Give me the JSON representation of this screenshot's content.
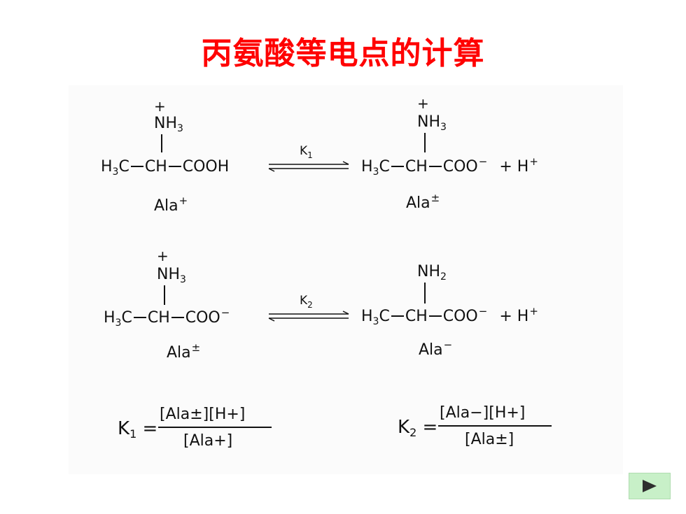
{
  "title": "丙氨酸等电点的计算",
  "reaction1": {
    "left_top_plus": "+",
    "left_nh": "NH",
    "left_nh_sub": "3",
    "left_h3c": "H",
    "left_h3c_sub": "3",
    "left_h3c_c": "C",
    "left_ch": "CH",
    "left_group": "COOH",
    "left_name": "Ala",
    "left_name_sup": "+",
    "k_label": "K",
    "k_sub": "1",
    "right_top_plus": "+",
    "right_nh": "NH",
    "right_nh_sub": "3",
    "right_h3c": "H",
    "right_h3c_sub": "3",
    "right_h3c_c": "C",
    "right_ch": "CH",
    "right_group": "COO",
    "right_group_sup": "−",
    "right_plus_h": "+ H",
    "right_plus_h_sup": "+",
    "right_name": "Ala",
    "right_name_sup": "±"
  },
  "reaction2": {
    "left_top_plus": "+",
    "left_nh": "NH",
    "left_nh_sub": "3",
    "left_h3c": "H",
    "left_h3c_sub": "3",
    "left_h3c_c": "C",
    "left_ch": "CH",
    "left_group": "COO",
    "left_group_sup": "−",
    "left_name": "Ala",
    "left_name_sup": "±",
    "k_label": "K",
    "k_sub": "2",
    "right_nh": "NH",
    "right_nh_sub": "2",
    "right_h3c": "H",
    "right_h3c_sub": "3",
    "right_h3c_c": "C",
    "right_ch": "CH",
    "right_group": "COO",
    "right_group_sup": "−",
    "right_plus_h": "+ H",
    "right_plus_h_sup": "+",
    "right_name": "Ala",
    "right_name_sup": "−"
  },
  "equations": {
    "k1_label": "K",
    "k1_sub": "1",
    "k1_numerator": "[Ala±][H+]",
    "k1_denominator": "[Ala+]",
    "k2_label": "K",
    "k2_sub": "2",
    "k2_numerator": "[Ala−][H+]",
    "k2_denominator": "[Ala±]",
    "equals": "="
  },
  "nav": {
    "next_icon": "play-triangle-icon",
    "color": "#c8f0c8"
  }
}
